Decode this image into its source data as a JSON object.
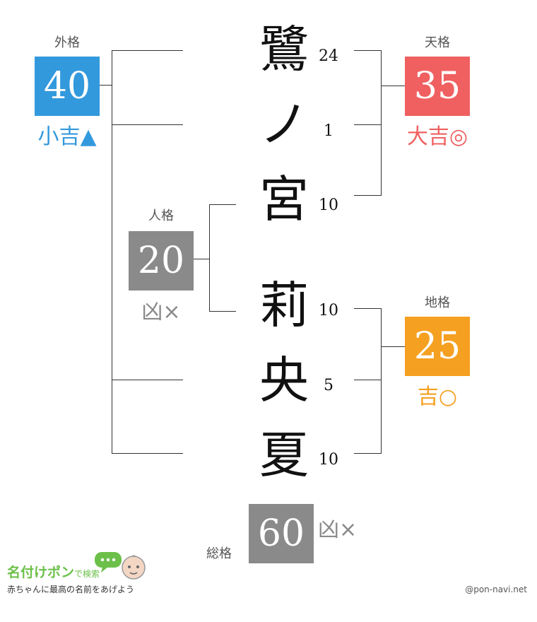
{
  "name": {
    "chars": [
      {
        "char": "鷺",
        "strokes": "24"
      },
      {
        "char": "ノ",
        "strokes": "1"
      },
      {
        "char": "宮",
        "strokes": "10"
      },
      {
        "char": "莉",
        "strokes": "10"
      },
      {
        "char": "央",
        "strokes": "5"
      },
      {
        "char": "夏",
        "strokes": "10"
      }
    ]
  },
  "gaikaku": {
    "label": "外格",
    "value": "40",
    "verdict": "小吉▲",
    "color": "#3399dd"
  },
  "tenkaku": {
    "label": "天格",
    "value": "35",
    "verdict": "大吉◎",
    "color": "#f06060"
  },
  "jinkaku": {
    "label": "人格",
    "value": "20",
    "verdict": "凶×",
    "color": "#8a8a8a"
  },
  "chikaku": {
    "label": "地格",
    "value": "25",
    "verdict": "吉○",
    "color": "#f5a020"
  },
  "soukaku": {
    "label": "総格",
    "value": "60",
    "verdict": "凶×",
    "color": "#8a8a8a"
  },
  "footer": {
    "logo": "名付けポン",
    "logo_suffix": "で検索",
    "tagline": "赤ちゃんに最高の名前をあげよう",
    "credit": "@pon-navi.net"
  }
}
